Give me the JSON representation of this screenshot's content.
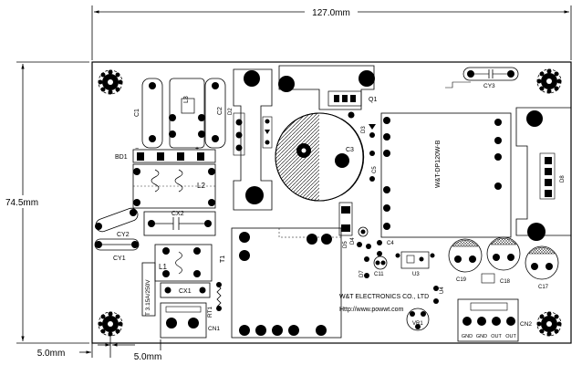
{
  "dimensions": {
    "width": "127.0mm",
    "height": "74.5mm",
    "offset_x": "5.0mm",
    "offset_y": "5.0mm"
  },
  "labels": {
    "c1": "C1",
    "c2": "C2",
    "l3": "L3",
    "bd1": "BD1",
    "minus": "−",
    "plus": "+",
    "l2": "L2",
    "cx2": "CX2",
    "cy1": "CY1",
    "cy2": "CY2",
    "l1": "L1",
    "cx1": "CX1",
    "t1": "T1",
    "rt1": "RT1",
    "cn1": "CN1",
    "fuse": "T 3.15A/250V",
    "d2": "D2",
    "q1": "Q1",
    "c3": "C3",
    "d3": "D3",
    "c5": "C5",
    "cy3": "CY3",
    "d4": "D4",
    "d5": "D5",
    "c4": "C4",
    "d7": "D7",
    "c11": "C11",
    "u3": "U3",
    "module": "W&T-DP120W-B",
    "d8": "D8",
    "c19": "C19",
    "c18": "C18",
    "c17": "C17",
    "u4": "U4",
    "vr1": "VR1",
    "cn2": "CN2",
    "company": "W&T ELECTRONICS CO., LTD",
    "website": "Http://www.powwt.com",
    "cn2_pins": [
      "GND",
      "GND",
      "OUT",
      "OUT"
    ]
  }
}
